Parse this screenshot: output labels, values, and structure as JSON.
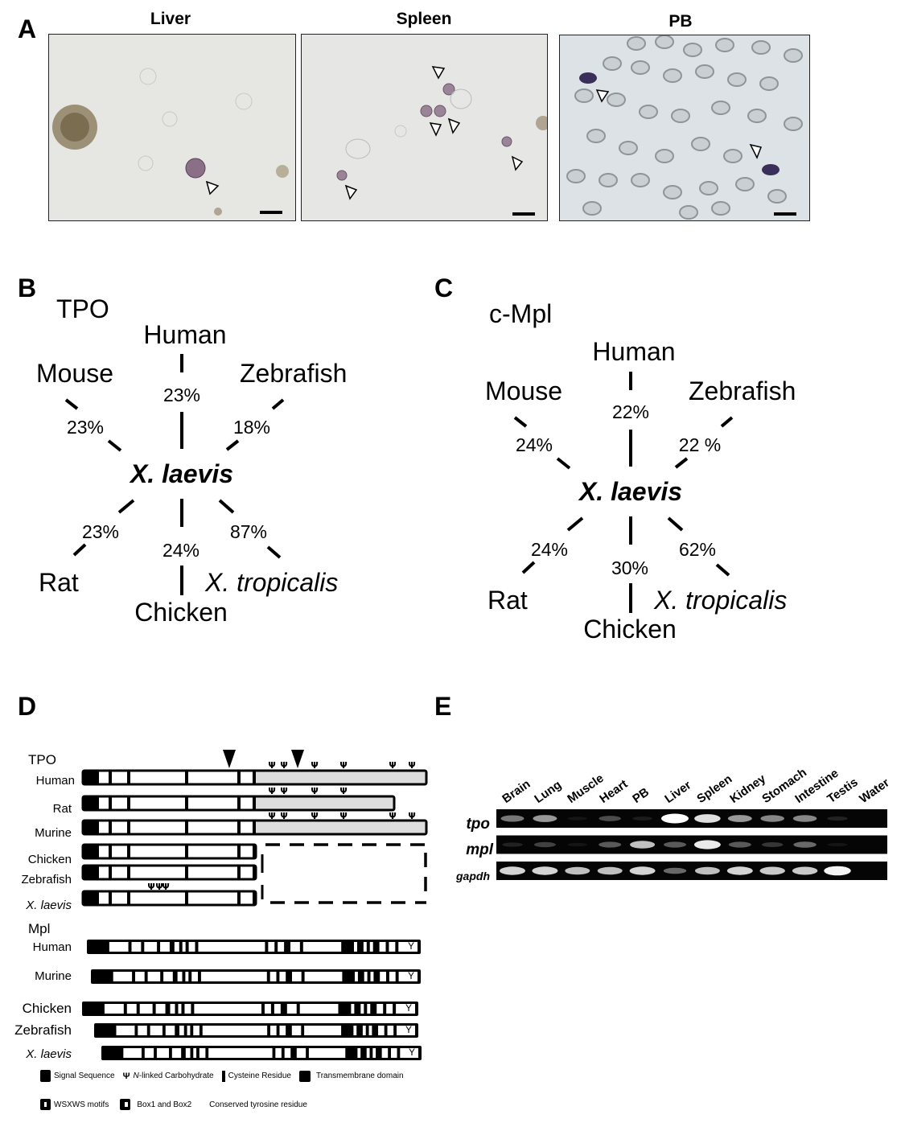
{
  "panel_labels": {
    "a": "A",
    "b": "B",
    "c": "C",
    "d": "D",
    "e": "E"
  },
  "panel_a": {
    "images": [
      {
        "title": "Liver"
      },
      {
        "title": "Spleen"
      },
      {
        "title": "PB"
      }
    ]
  },
  "panel_b": {
    "protein": "TPO",
    "center": "X. laevis",
    "species": {
      "human": "Human",
      "mouse": "Mouse",
      "zebrafish": "Zebrafish",
      "rat": "Rat",
      "chicken": "Chicken",
      "tropicalis": "X. tropicalis"
    },
    "identity": {
      "human": "23%",
      "mouse": "23%",
      "zebrafish": "18%",
      "rat": "23%",
      "chicken": "24%",
      "tropicalis": "87%"
    }
  },
  "panel_c": {
    "protein": "c-Mpl",
    "center": "X. laevis",
    "species": {
      "human": "Human",
      "mouse": "Mouse",
      "zebrafish": "Zebrafish",
      "rat": "Rat",
      "chicken": "Chicken",
      "tropicalis": "X. tropicalis"
    },
    "identity": {
      "human": "22%",
      "mouse": "24%",
      "zebrafish": "22 %",
      "rat": "24%",
      "chicken": "30%",
      "tropicalis": "62%"
    }
  },
  "panel_d": {
    "tpo_title": "TPO",
    "tpo_rows": [
      "Human",
      "Rat",
      "Murine",
      "Chicken",
      "Zebrafish",
      "X. laevis"
    ],
    "mpl_title": "Mpl",
    "mpl_rows": [
      "Human",
      "Murine",
      "Chicken",
      "Zebrafish",
      "X. laevis"
    ],
    "tyrosine_label": "Y",
    "legend": {
      "signal": "Signal Sequence",
      "nlinked_prefix": "N",
      "nlinked": "-linked Carbohydrate",
      "cysteine": "Cysteine Residue",
      "tm": "Transmembrane domain",
      "wsxws": "WSXWS motifs",
      "box": "Box1 and Box2",
      "tyrosine": "Conserved tyrosine residue"
    }
  },
  "panel_e": {
    "lanes": [
      "Brain",
      "Lung",
      "Muscle",
      "Heart",
      "PB",
      "Liver",
      "Spleen",
      "Kidney",
      "Stomach",
      "Intestine",
      "Testis",
      "Water"
    ],
    "genes": [
      {
        "name": "tpo",
        "intensity": [
          0.5,
          0.6,
          0.05,
          0.35,
          0.1,
          1.0,
          0.85,
          0.6,
          0.55,
          0.55,
          0.15,
          0
        ]
      },
      {
        "name": "mpl",
        "intensity": [
          0.15,
          0.3,
          0.05,
          0.4,
          0.7,
          0.4,
          0.9,
          0.4,
          0.25,
          0.45,
          0.05,
          0
        ]
      },
      {
        "name": "gapdh",
        "intensity": [
          0.8,
          0.8,
          0.7,
          0.7,
          0.8,
          0.45,
          0.7,
          0.8,
          0.75,
          0.75,
          0.95,
          0
        ]
      }
    ]
  }
}
